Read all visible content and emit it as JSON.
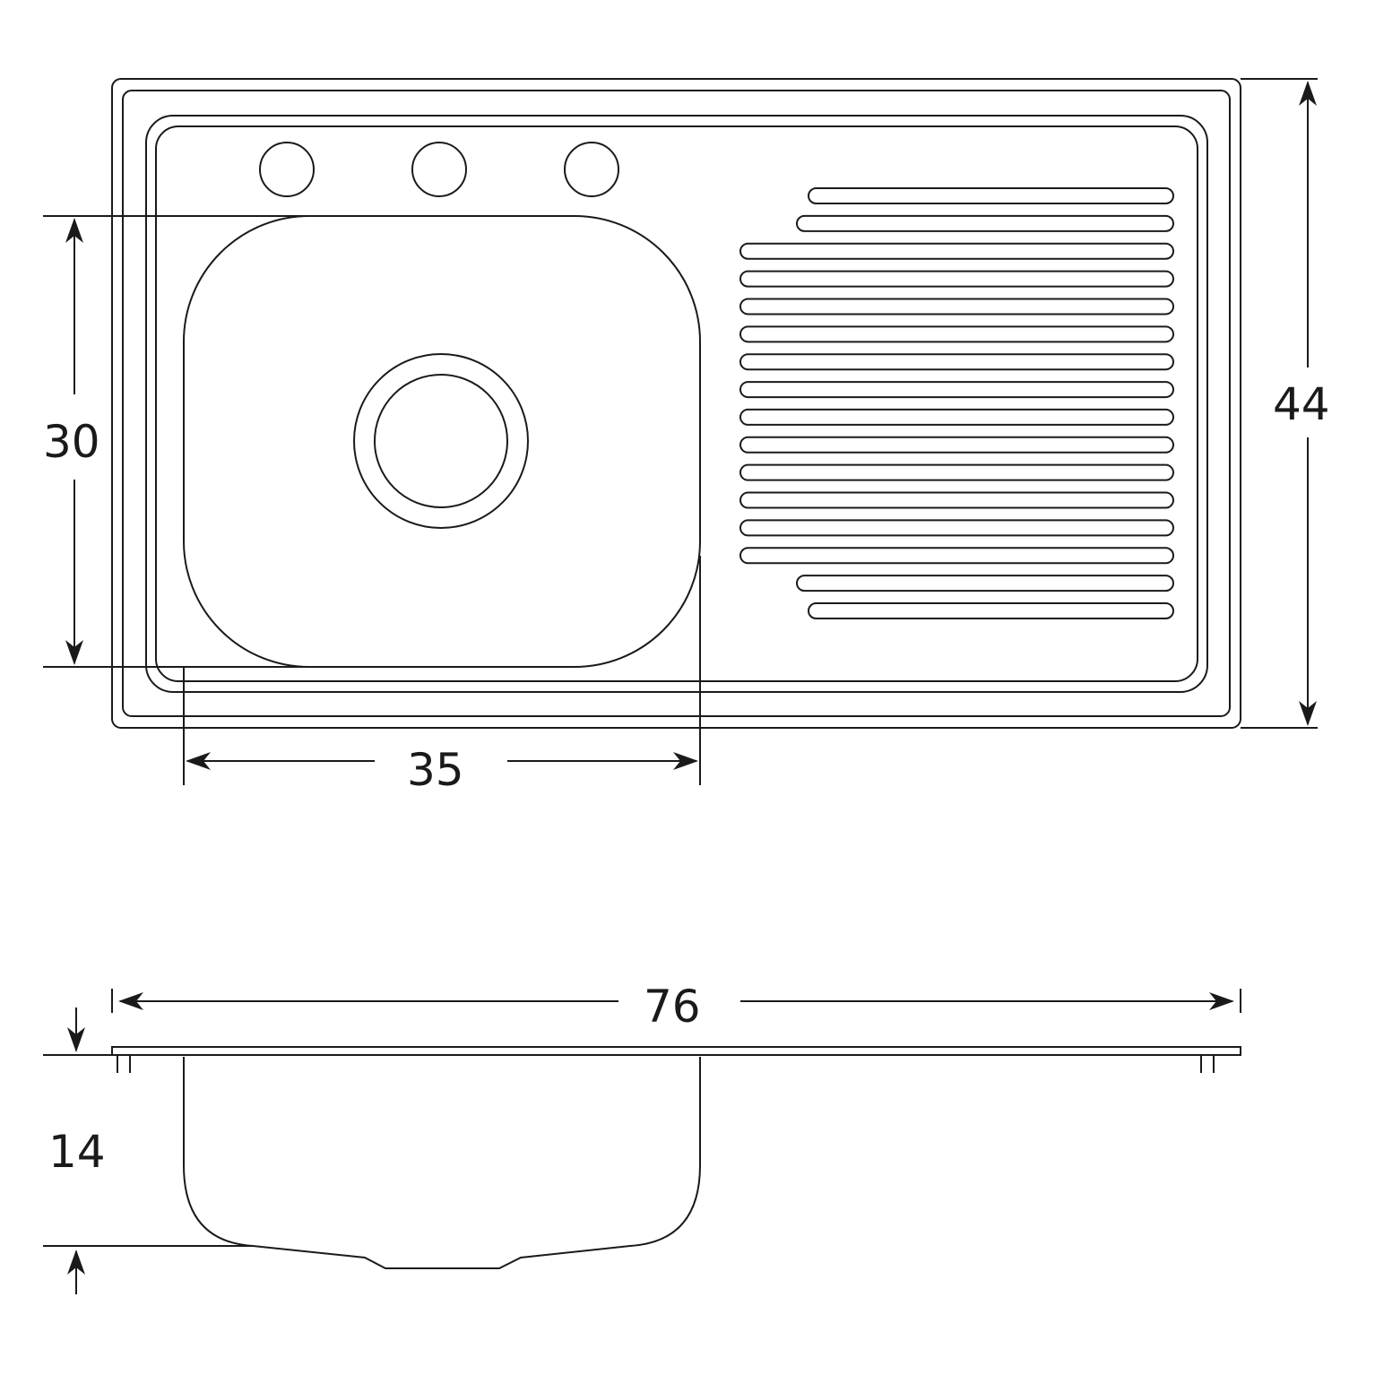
{
  "dimensions": {
    "bowl_height": "30.",
    "bowl_width": "35",
    "overall_depth": "44",
    "overall_length": "76",
    "bowl_depth": "14"
  },
  "drainboard_rib_count": 16,
  "faucet_hole_count": 3
}
